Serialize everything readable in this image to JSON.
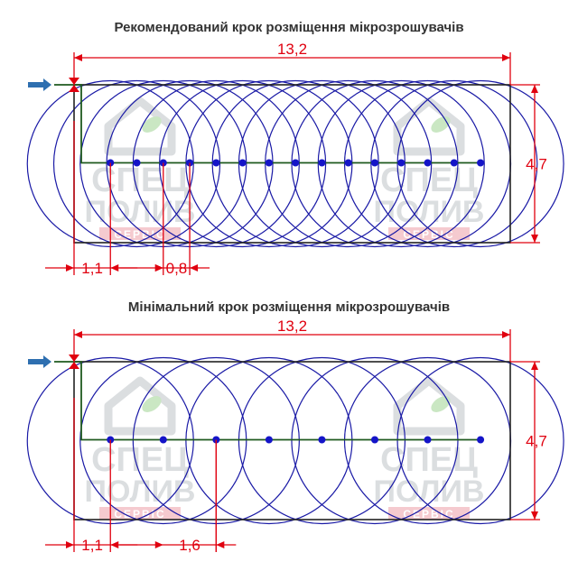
{
  "diagrams": [
    {
      "title": "Рекомендований крок розміщення мікрозрошувачів",
      "length_label": "13,2",
      "width_label": "4,7",
      "offset_label": "1,1",
      "step_label": "0,8",
      "length_m": 13.2,
      "width_m": 4.7,
      "offset_m": 1.1,
      "step_m": 0.8,
      "sprinkler_count": 15
    },
    {
      "title": "Мінімальний крок розміщення мікрозрошувачів",
      "length_label": "13,2",
      "width_label": "4,7",
      "offset_label": "1,1",
      "step_label": "1,6",
      "length_m": 13.2,
      "width_m": 4.7,
      "offset_m": 1.1,
      "step_m": 1.6,
      "sprinkler_count": 8
    }
  ],
  "watermark": {
    "line1": "СПЕЦ",
    "line2": "ПОЛИВ",
    "line3": "СЕРВІС"
  },
  "colors": {
    "circle": "#1a1aa6",
    "dimension": "#e0000f",
    "pipe": "#1f5a1f",
    "arrow": "#2e6fb0",
    "watermark": "#cfd3d6",
    "watermark_band": "#f2b9bf"
  },
  "icons": {
    "inlet": "arrow-right-icon",
    "valve": "valve-icon",
    "logo": "house-leaf-icon"
  }
}
